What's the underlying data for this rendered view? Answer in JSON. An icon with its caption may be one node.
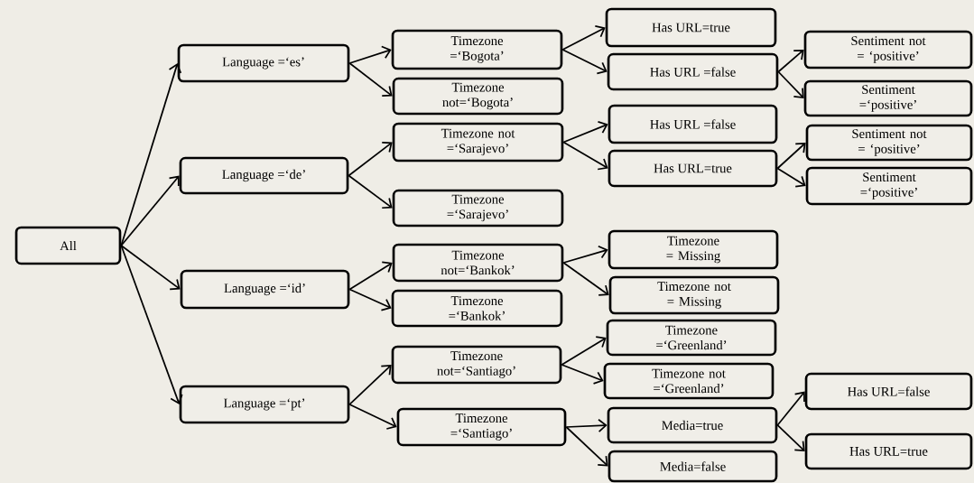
{
  "diagram": {
    "nodes": [
      {
        "text": [
          "All"
        ]
      },
      {
        "text": [
          "Language =‘es’"
        ]
      },
      {
        "text": [
          "Language =‘de’"
        ]
      },
      {
        "text": [
          "Language =‘id’"
        ]
      },
      {
        "text": [
          "Language =‘pt’"
        ]
      },
      {
        "text": [
          "Timezone =‘Bogota’"
        ]
      },
      {
        "text": [
          "Timezone not=‘Bogota’"
        ]
      },
      {
        "text": [
          "Timezone not =‘Sarajevo’"
        ]
      },
      {
        "text": [
          "Timezone =‘Sarajevo’"
        ]
      },
      {
        "text": [
          "Timezone not=‘Bankok’"
        ]
      },
      {
        "text": [
          "Timezone =‘Bankok’"
        ]
      },
      {
        "text": [
          "Timezone not=‘Santiago’"
        ]
      },
      {
        "text": [
          "Timezone =‘Santiago’"
        ]
      },
      {
        "text": [
          "Has URL=true"
        ]
      },
      {
        "text": [
          "Has URL =false"
        ]
      },
      {
        "text": [
          "Has URL =false"
        ]
      },
      {
        "text": [
          "Has URL=true"
        ]
      },
      {
        "text": [
          "Timezone = Missing"
        ]
      },
      {
        "text": [
          "Timezone not = Missing"
        ]
      },
      {
        "text": [
          "Timezone =‘Greenland’"
        ]
      },
      {
        "text": [
          "Timezone not =‘Greenland’"
        ]
      },
      {
        "text": [
          "Media=true"
        ]
      },
      {
        "text": [
          "Media=false"
        ]
      },
      {
        "text": [
          "Sentiment not = ‘positive’"
        ]
      },
      {
        "text": [
          "Sentiment =‘positive’"
        ]
      },
      {
        "text": [
          "Sentiment not = ‘positive’"
        ]
      },
      {
        "text": [
          "Sentiment =‘positive’"
        ]
      },
      {
        "text": [
          "Has URL=false"
        ]
      },
      {
        "text": [
          "Has URL=true"
        ]
      }
    ],
    "edges": [
      {
        "from": 0,
        "to": 1,
        "arrow": "to"
      },
      {
        "from": 0,
        "to": 2,
        "arrow": "to"
      },
      {
        "from": 0,
        "to": 3,
        "arrow": "to"
      },
      {
        "from": 0,
        "to": 4,
        "arrow": "to"
      },
      {
        "from": 1,
        "to": 5,
        "arrow": "to"
      },
      {
        "from": 1,
        "to": 6,
        "arrow": "to"
      },
      {
        "from": 2,
        "to": 7,
        "arrow": "to"
      },
      {
        "from": 2,
        "to": 8,
        "arrow": "to"
      },
      {
        "from": 3,
        "to": 9,
        "arrow": "to"
      },
      {
        "from": 3,
        "to": 10,
        "arrow": "to"
      },
      {
        "from": 4,
        "to": 11,
        "arrow": "to"
      },
      {
        "from": 4,
        "to": 12,
        "arrow": "to"
      },
      {
        "from": 5,
        "to": 13,
        "arrow": "to"
      },
      {
        "from": 5,
        "to": 14,
        "arrow": "to"
      },
      {
        "from": 7,
        "to": 15,
        "arrow": "to"
      },
      {
        "from": 7,
        "to": 16,
        "arrow": "to"
      },
      {
        "from": 9,
        "to": 17,
        "arrow": "to"
      },
      {
        "from": 9,
        "to": 18,
        "arrow": "to"
      },
      {
        "from": 11,
        "to": 19,
        "arrow": "to"
      },
      {
        "from": 11,
        "to": 20,
        "arrow": "to"
      },
      {
        "from": 12,
        "to": 21,
        "arrow": "to"
      },
      {
        "from": 12,
        "to": 22,
        "arrow": "to"
      },
      {
        "from": 14,
        "to": 23,
        "arrow": "to"
      },
      {
        "from": 14,
        "to": 24,
        "arrow": "to"
      },
      {
        "from": 16,
        "to": 25,
        "arrow": "to"
      },
      {
        "from": 16,
        "to": 26,
        "arrow": "to"
      },
      {
        "from": 21,
        "to": 27,
        "arrow": "to"
      },
      {
        "from": 21,
        "to": 28,
        "arrow": "to"
      }
    ]
  }
}
